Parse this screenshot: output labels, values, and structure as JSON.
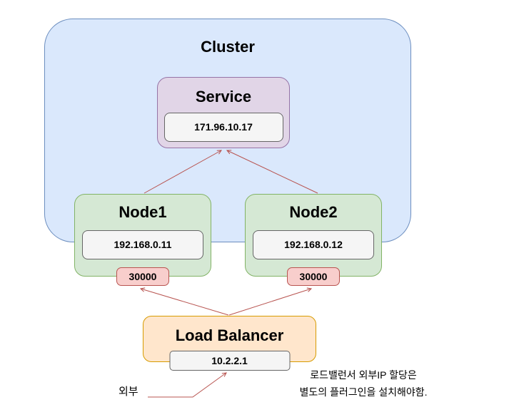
{
  "diagram": {
    "cluster": {
      "title": "Cluster"
    },
    "service": {
      "title": "Service",
      "ip": "171.96.10.17"
    },
    "nodes": [
      {
        "title": "Node1",
        "ip": "192.168.0.11",
        "port": "30000"
      },
      {
        "title": "Node2",
        "ip": "192.168.0.12",
        "port": "30000"
      }
    ],
    "load_balancer": {
      "title": "Load Balancer",
      "ip": "10.2.2.1"
    },
    "external_label": "외부",
    "annotation": {
      "line1": "로드밸런서 외부IP 할당은",
      "line2": "별도의 플러그인을 설치해야함."
    },
    "colors": {
      "cluster-fill": "#dae8fc",
      "cluster-stroke": "#6c8ebf",
      "service-fill": "#e1d5e7",
      "service-stroke": "#9673a6",
      "node-fill": "#d5e8d4",
      "node-stroke": "#82b366",
      "lb-fill": "#ffe6cc",
      "lb-stroke": "#d79b00",
      "port-fill": "#f8cecc",
      "port-stroke": "#b85450",
      "ip-fill": "#f5f5f5",
      "ip-stroke": "#666666",
      "arrow": "#b85450",
      "text": "#000000"
    }
  }
}
